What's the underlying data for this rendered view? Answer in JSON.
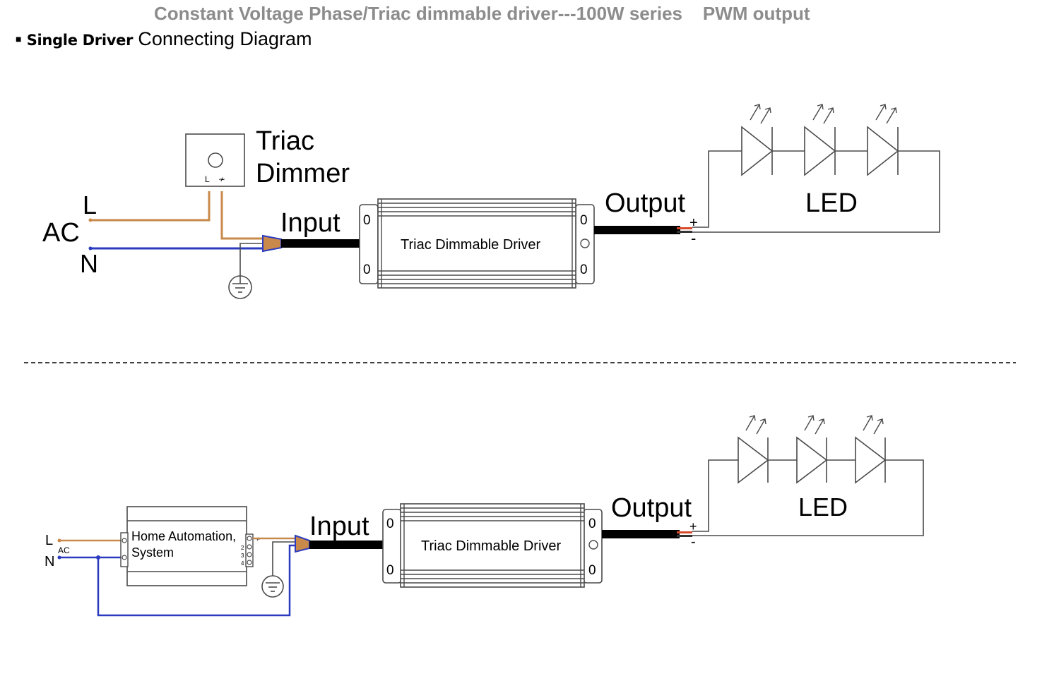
{
  "header": {
    "title": "Constant Voltage Phase/Triac dimmable driver---100W series    PWM output",
    "bullet": "■",
    "section_lead": "Single Driver",
    "section_rest": "Connecting Diagram"
  },
  "colors": {
    "live_wire": "#c8894a",
    "neutral_wire": "#2a3bc0",
    "line": "#4a4a4a",
    "cable": "#000000",
    "title_gray": "#8c8c8c"
  },
  "diagram1": {
    "ac_label": "AC",
    "live_label": "L",
    "neutral_label": "N",
    "dimmer_label_line1": "Triac",
    "dimmer_label_line2": "Dimmer",
    "dimmer_terminal_l": "L",
    "dimmer_terminal_out": "≁",
    "input_label": "Input",
    "driver_label": "Triac Dimmable Driver",
    "output_label": "Output",
    "plus": "+",
    "minus": "-",
    "led_label": "LED",
    "mount_hole": "0"
  },
  "diagram2": {
    "live_label": "L",
    "neutral_label": "N",
    "ac_label": "AC",
    "box_label_line1": "Home Automation,",
    "box_label_line2": "System",
    "terminal_1": "≁",
    "terminal_2": "2",
    "terminal_3": "3",
    "terminal_4": "4",
    "input_label": "Input",
    "driver_label": "Triac Dimmable Driver",
    "output_label": "Output",
    "plus": "+",
    "minus": "-",
    "led_label": "LED",
    "mount_hole": "0"
  },
  "separator": "- - - - - - - - - -"
}
